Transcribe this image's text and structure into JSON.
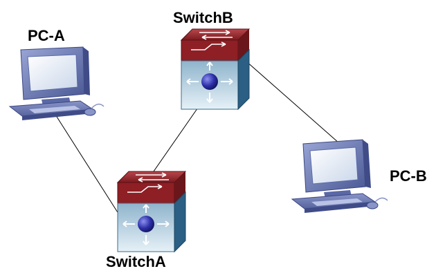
{
  "nodes": {
    "pc_a": {
      "label": "PC-A",
      "type": "pc"
    },
    "switch_b": {
      "label": "SwitchB",
      "type": "switch"
    },
    "pc_b": {
      "label": "PC-B",
      "type": "pc"
    },
    "switch_a": {
      "label": "SwitchA",
      "type": "switch"
    }
  },
  "links": [
    {
      "from": "PC-A",
      "to": "SwitchA"
    },
    {
      "from": "SwitchA",
      "to": "SwitchB"
    },
    {
      "from": "SwitchB",
      "to": "PC-B"
    }
  ],
  "colors": {
    "monitor_body": "#6e7cb4",
    "monitor_screen": "#dfe7f3",
    "switch_top": "#8e1f24",
    "switch_body": "#c6deea",
    "switch_side": "#2b5f84",
    "switch_ball": "#2c2fa6",
    "link_line": "#000000"
  }
}
